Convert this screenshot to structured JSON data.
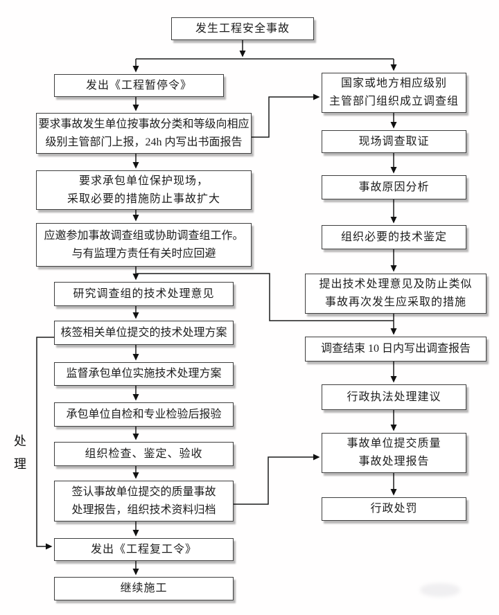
{
  "diagram": {
    "side_label": "处理",
    "colors": {
      "line": "#1a1a1a",
      "box_border": "#3d3d3d",
      "box_fill": "#ffffff",
      "text": "#1c1c1c",
      "shadow": "#b5b5b5",
      "background": "#ffffff"
    },
    "nodes": {
      "start": {
        "text": "发生工程安全事故"
      },
      "issue_suspend_order": {
        "text": "发出《工程暂停令》"
      },
      "report_to_authority": {
        "line1": "要求事故发生单位按事故分类和等级向相应",
        "line2": "级别主管部门上报，24h 内写出书面报告"
      },
      "protect_site": {
        "line1": "要求承包单位保护现场，",
        "line2": "采取必要的措施防止事故扩大"
      },
      "join_investigation": {
        "line1": "应邀参加事故调查组或协助调查组工作。",
        "line2": "与有监理方责任有关时应回避"
      },
      "study_opinion": {
        "text": "研究调查组的技术处理意见"
      },
      "countersign_plan": {
        "text": "核签相关单位提交的技术处理方案"
      },
      "supervise_implementation": {
        "text": "监督承包单位实施技术处理方案"
      },
      "contractor_inspection": {
        "text": "承包单位自检和专业检验后报验"
      },
      "organize_acceptance": {
        "text": "组织检查、鉴定、验收"
      },
      "sign_quality_report": {
        "line1": "签认事故单位提交的质量事故",
        "line2": "处理报告，组织技术资料归档"
      },
      "issue_resume_order": {
        "text": "发出《工程复工令》"
      },
      "continue_construction": {
        "text": "继续施工"
      },
      "form_investigation_group": {
        "line1": "国家或地方相应级别",
        "line2": "主管部门组织成立调查组"
      },
      "site_evidence": {
        "text": "现场调查取证"
      },
      "cause_analysis": {
        "text": "事故原因分析"
      },
      "technical_appraisal": {
        "text": "组织必要的技术鉴定"
      },
      "propose_measures": {
        "line1": "提出技术处理意见及防止类似",
        "line2": "事故再次发生应采取的措施"
      },
      "investigation_report": {
        "text": "调查结束 10 日内写出调查报告"
      },
      "enforcement_suggestion": {
        "text": "行政执法处理建议"
      },
      "submit_quality_report": {
        "line1": "事故单位提交质量",
        "line2": "事故处理报告"
      },
      "administrative_penalty": {
        "text": "行政处罚"
      }
    }
  }
}
